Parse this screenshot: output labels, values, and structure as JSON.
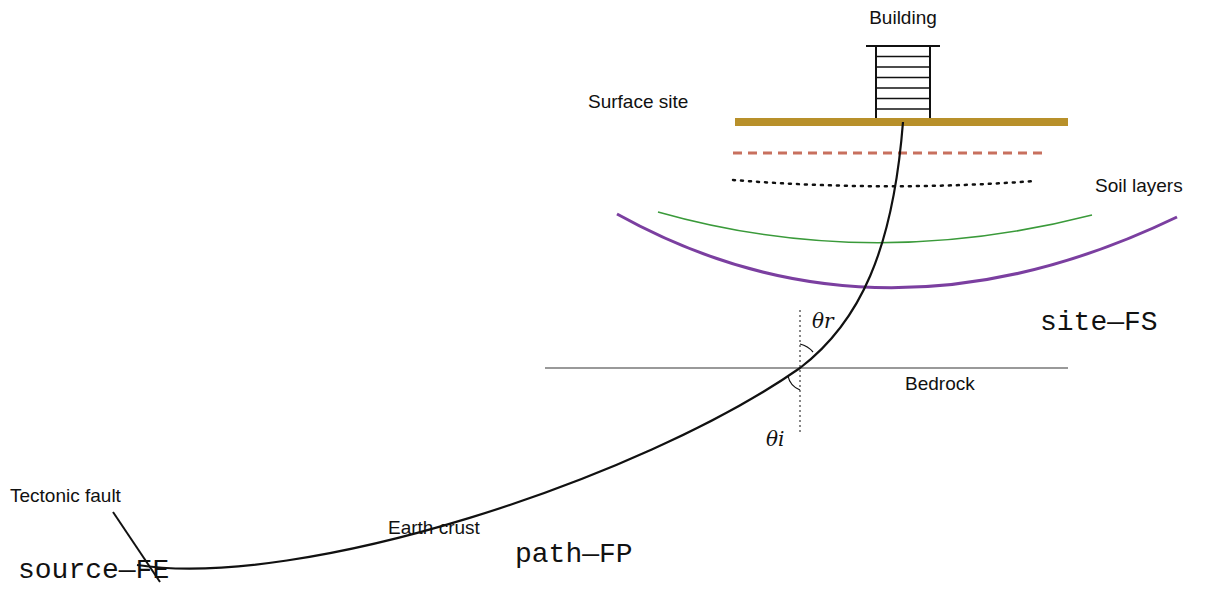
{
  "diagram": {
    "labels": [
      "Building",
      "Surface site",
      "Soil layers",
      "site—FS",
      "θr",
      "θi",
      "Bedrock",
      "Tectonic fault",
      "Earth crust",
      "path—FP",
      "source—FE"
    ]
  }
}
